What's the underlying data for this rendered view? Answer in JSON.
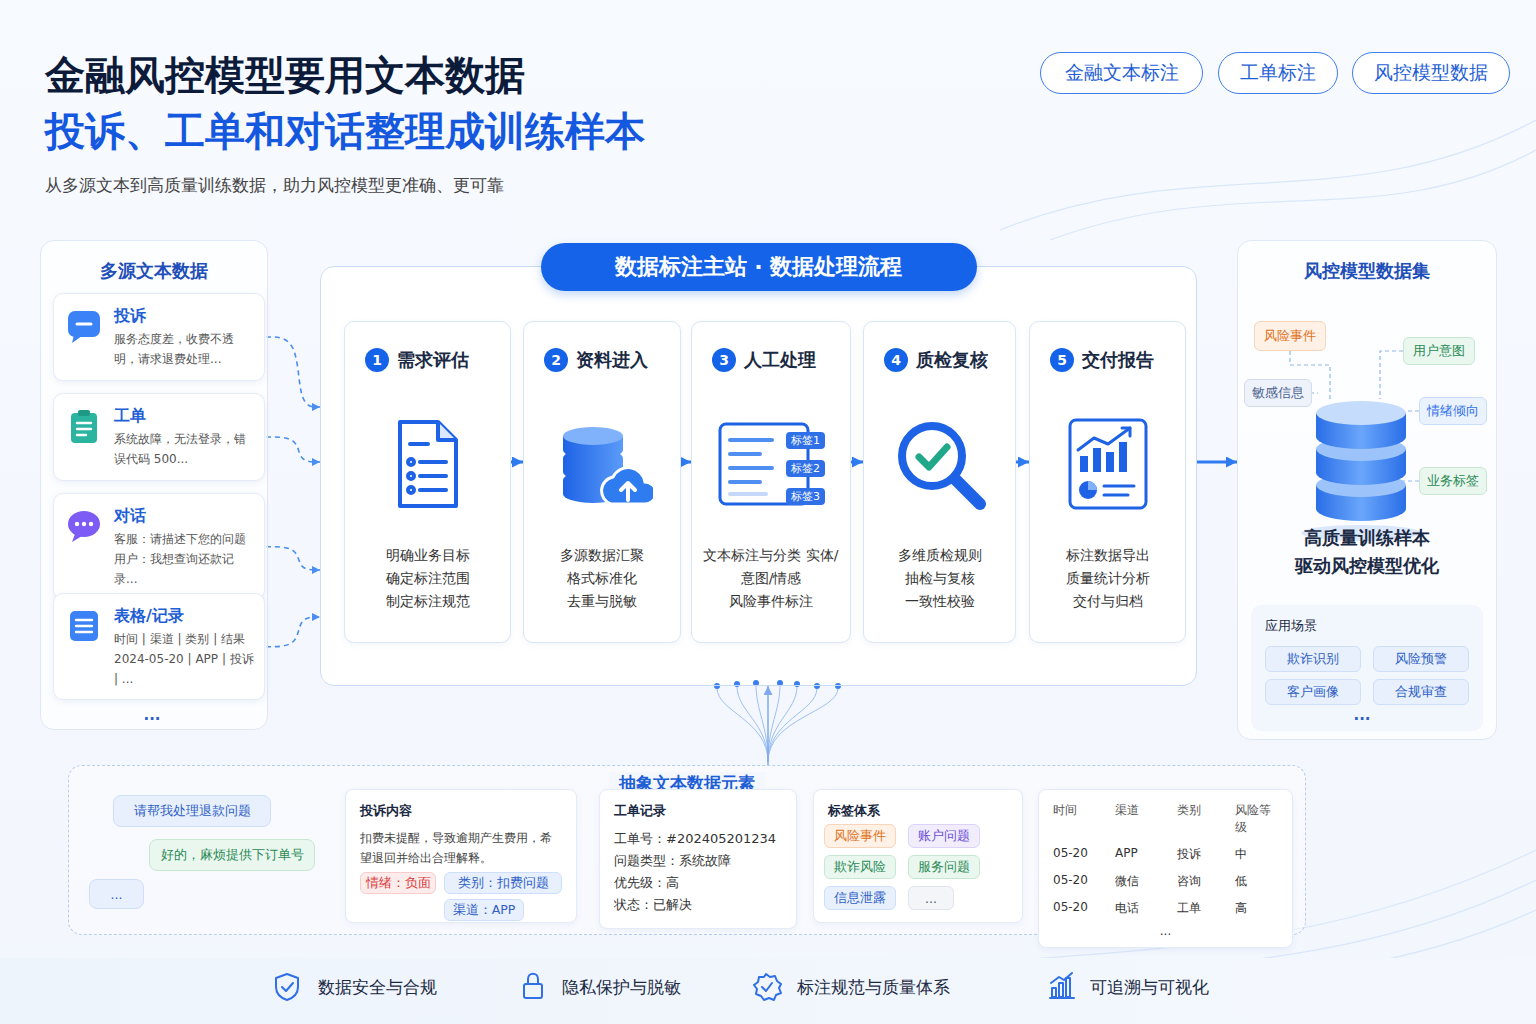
{
  "diagram": {
    "title": "金融风控模型要用文本数据",
    "caption": "从多源文本到高质量训练数据，助力风控模型更准确、更可靠",
    "nodes": [
      {
        "text": [
          "金融文本标注"
        ]
      },
      {
        "text": [
          "工单标注"
        ]
      },
      {
        "text": [
          "风控模型数据"
        ]
      },
      {
        "text": [
          "多源文本数据"
        ]
      },
      {
        "text": [
          "投诉",
          "服务态度差，收费不透明，请求退费处理..."
        ],
        "in": 3
      },
      {
        "text": [
          "工单",
          "系统故障，无法登录，错误代码 500..."
        ],
        "in": 3
      },
      {
        "text": [
          "对话",
          "客服：请描述下您的问题",
          "用户：我想查询还款记录..."
        ],
        "in": 3
      },
      {
        "text": [
          "表格/记录",
          "时间 | 渠道 | 类别 | 结果",
          "2024-05-20 | APP | 投诉 | ..."
        ],
        "in": 3
      },
      {
        "text": [
          "数据标注主站 · 数据处理流程"
        ]
      },
      {
        "text": [
          "1",
          "需求评估",
          "明确业务目标 确定标注范围 制定标注规范"
        ],
        "in": 8
      },
      {
        "text": [
          "2",
          "资料进入",
          "多源数据汇聚 格式标准化 去重与脱敏"
        ],
        "in": 8
      },
      {
        "text": [
          "3",
          "人工处理",
          "文本标注与分类 实体/意图/情感 风险事件标注"
        ],
        "in": 8
      },
      {
        "text": [
          "4",
          "质检复核",
          "多维质检规则 抽检与复核 一致性校验"
        ],
        "in": 8
      },
      {
        "text": [
          "5",
          "交付报告",
          "标注数据导出 质量统计分析 交付与归档"
        ],
        "in": 8
      },
      {
        "text": [
          "风控模型数据集",
          "高质量训练样本 驱动风控模型优化"
        ]
      },
      {
        "text": [
          "风险事件"
        ],
        "in": 14
      },
      {
        "text": [
          "用户意图"
        ],
        "in": 14
      },
      {
        "text": [
          "敏感信息"
        ],
        "in": 14
      },
      {
        "text": [
          "情绪倾向"
        ],
        "in": 14
      },
      {
        "text": [
          "业务标签"
        ],
        "in": 14
      },
      {
        "text": [
          "应用场景"
        ],
        "in": 14
      },
      {
        "text": [
          "欺诈识别"
        ],
        "in": 20
      },
      {
        "text": [
          "风险预警"
        ],
        "in": 20
      },
      {
        "text": [
          "客户画像"
        ],
        "in": 20
      },
      {
        "text": [
          "合规审查"
        ],
        "in": 20
      },
      {
        "text": [
          "抽象文本数据元素"
        ]
      },
      {
        "text": [
          "请帮我处理退款问题"
        ],
        "in": 25
      },
      {
        "text": [
          "好的，麻烦提供下订单号"
        ],
        "in": 25
      },
      {
        "text": [
          "..."
        ],
        "in": 25
      },
      {
        "text": [
          "投诉内容",
          "扣费未提醒，导致逾期产生费用，希望退回并给出合理解释。"
        ],
        "in": 25
      },
      {
        "text": [
          "情绪：负面"
        ],
        "in": 29
      },
      {
        "text": [
          "类别：扣费问题"
        ],
        "in": 29
      },
      {
        "text": [
          "渠道：APP"
        ],
        "in": 29
      },
      {
        "text": [
          "工单记录",
          "工单号：#202405201234",
          "问题类型：系统故障",
          "优先级：高",
          "状态：已解决"
        ],
        "in": 25
      },
      {
        "text": [
          "标签体系"
        ],
        "in": 25
      },
      {
        "text": [
          "风险事件"
        ],
        "in": 34
      },
      {
        "text": [
          "账户问题"
        ],
        "in": 34
      },
      {
        "text": [
          "欺诈风险"
        ],
        "in": 34
      },
      {
        "text": [
          "服务问题"
        ],
        "in": 34
      },
      {
        "text": [
          "信息泄露"
        ],
        "in": 34
      },
      {
        "text": [
          "..."
        ],
        "in": 34
      },
      {
        "text": [
          "时间",
          "渠道",
          "类别",
          "风险等级",
          "05-20",
          "APP",
          "投诉",
          "中",
          "05-20",
          "微信",
          "咨询",
          "低",
          "05-20",
          "电话",
          "工单",
          "高",
          "..."
        ],
        "in": 25
      }
    ],
    "edges": [
      {
        "from": 4,
        "to": 8,
        "arrow": "to"
      },
      {
        "from": 5,
        "to": 8,
        "arrow": "to"
      },
      {
        "from": 6,
        "to": 8,
        "arrow": "to"
      },
      {
        "from": 7,
        "to": 8,
        "arrow": "to"
      },
      {
        "from": 9,
        "to": 10,
        "arrow": "to"
      },
      {
        "from": 10,
        "to": 11,
        "arrow": "to"
      },
      {
        "from": 11,
        "to": 12,
        "arrow": "to"
      },
      {
        "from": 12,
        "to": 13,
        "arrow": "to"
      },
      {
        "from": 8,
        "to": 14,
        "arrow": "to"
      },
      {
        "from": 25,
        "to": 8,
        "arrow": "to"
      }
    ],
    "labels": [
      "投诉、工单和对话整理成训练样本",
      "...",
      "标签1",
      "标签2",
      "标签3",
      "...",
      "数据安全与合规",
      "隐私保护与脱敏",
      "标注规范与质量体系",
      "可追溯与可视化"
    ]
  }
}
